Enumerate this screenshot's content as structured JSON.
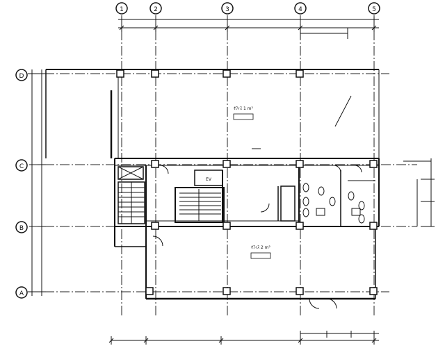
{
  "grid": {
    "columns": [
      "1",
      "2",
      "3",
      "4",
      "5"
    ],
    "rows": [
      "D",
      "C",
      "B",
      "A"
    ]
  },
  "room_labels": {
    "office_upper": "ｵﾌｨｽ 1 m²",
    "office_lower": "ｵﾌｨｽ 2 m²",
    "ev": "EV"
  }
}
